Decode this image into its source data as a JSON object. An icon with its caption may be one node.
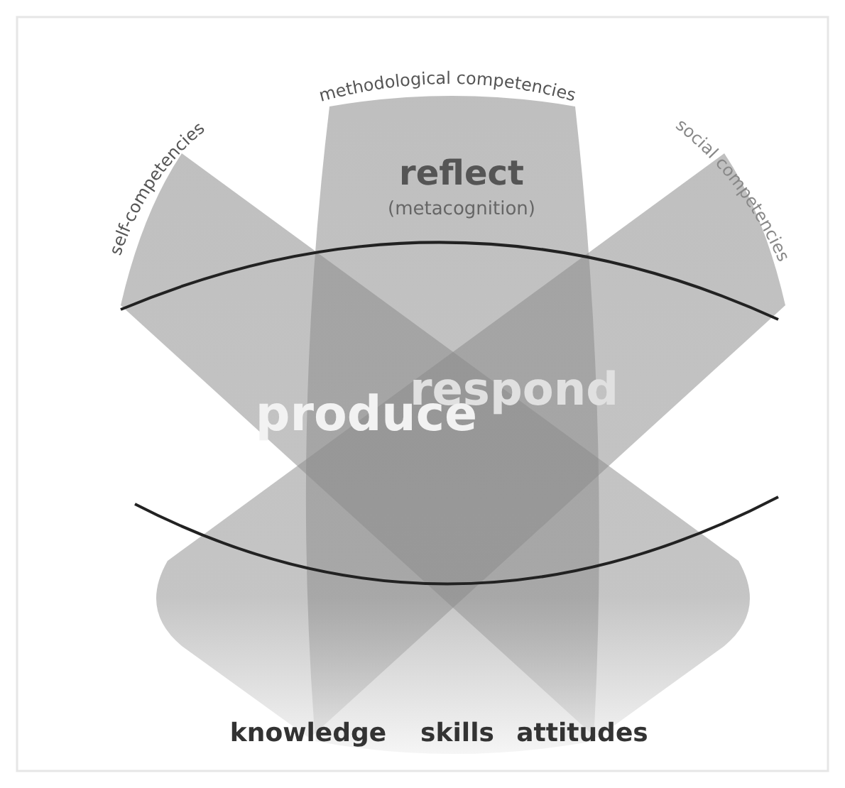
{
  "diagram": {
    "labels": [
      "methodological competencies",
      "self-competencies",
      "social competencies",
      "reflect",
      "(metacognition)",
      "respond",
      "produce",
      "knowledge",
      "skills",
      "attitudes"
    ]
  }
}
